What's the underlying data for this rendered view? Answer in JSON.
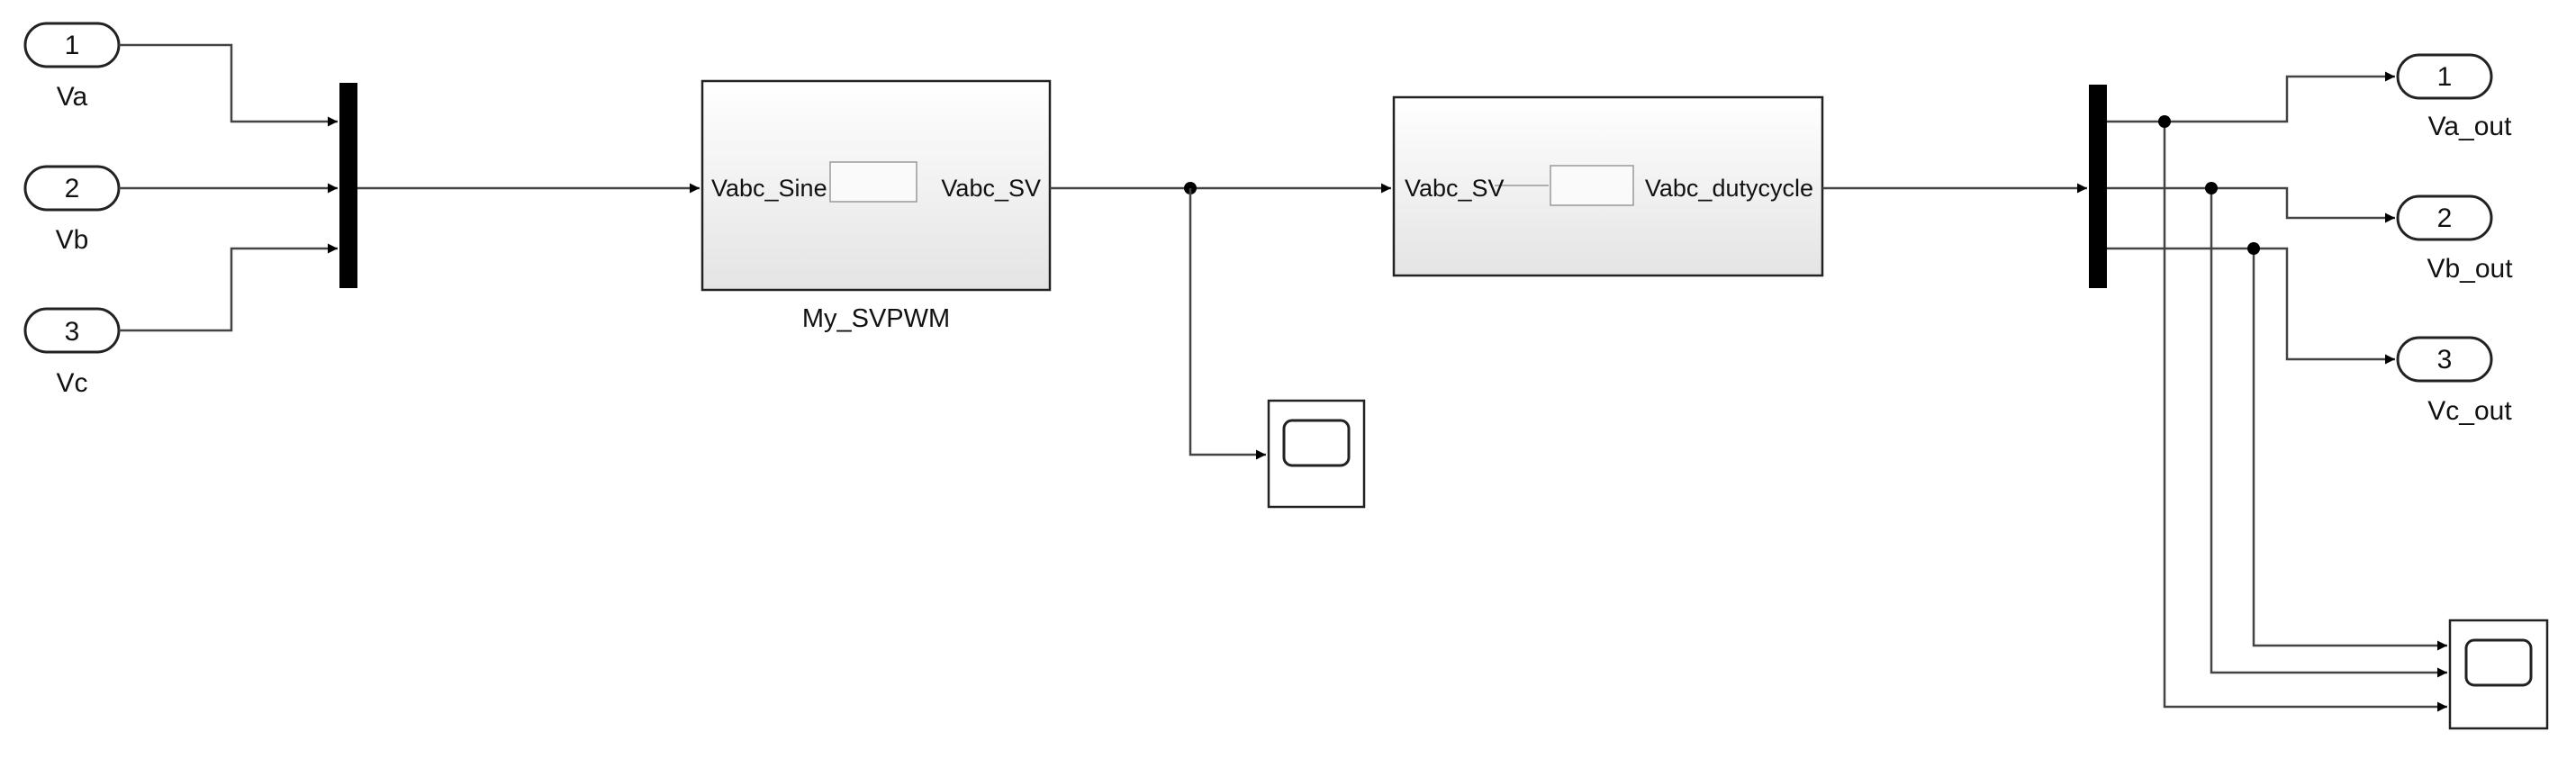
{
  "inports": [
    {
      "number": "1",
      "label": "Va"
    },
    {
      "number": "2",
      "label": "Vb"
    },
    {
      "number": "3",
      "label": "Vc"
    }
  ],
  "subsystem_svpwm": {
    "name": "My_SVPWM",
    "in_port": "Vabc_Sine",
    "out_port": "Vabc_SV"
  },
  "subsystem_duty": {
    "in_port": "Vabc_SV",
    "out_port": "Vabc_dutycycle"
  },
  "outports": [
    {
      "number": "1",
      "label": "Va_out"
    },
    {
      "number": "2",
      "label": "Vb_out"
    },
    {
      "number": "3",
      "label": "Vc_out"
    }
  ],
  "colors": {
    "line": "#444444",
    "block_border": "#222222",
    "block_fill_top": "#ffffff",
    "block_fill_bottom": "#e6e6e6",
    "mux_bar": "#000000"
  }
}
